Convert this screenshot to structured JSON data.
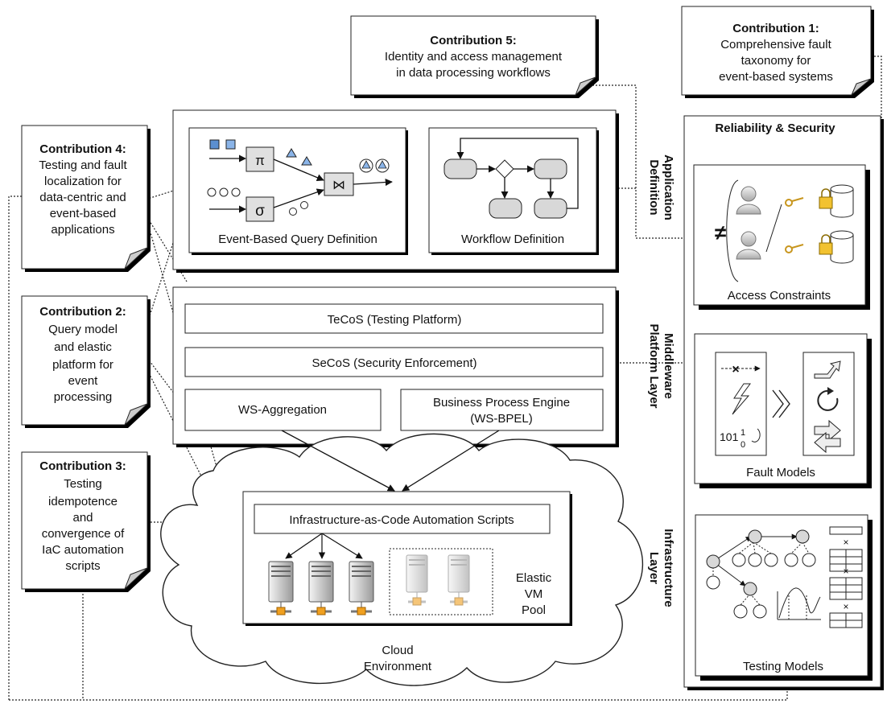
{
  "contributions": {
    "c1": {
      "title": "Contribution 1:",
      "lines": [
        "Comprehensive fault",
        "taxonomy for",
        "event-based systems"
      ]
    },
    "c2": {
      "title": "Contribution 2:",
      "lines": [
        "Query model",
        "and elastic",
        "platform for",
        "event",
        "processing"
      ]
    },
    "c3": {
      "title": "Contribution 3:",
      "lines": [
        "Testing",
        "idempotence",
        "and",
        "convergence of",
        "IaC automation",
        "scripts"
      ]
    },
    "c4": {
      "title": "Contribution 4:",
      "lines": [
        "Testing and fault",
        "localization for",
        "data-centric and",
        "event-based",
        "applications"
      ]
    },
    "c5": {
      "title": "Contribution 5:",
      "lines": [
        "Identity and access management",
        "in data processing workflows"
      ]
    }
  },
  "application": {
    "query_label": "Event-Based Query Definition",
    "workflow_label": "Workflow Definition",
    "pi_symbol": "π",
    "sigma_symbol": "σ",
    "join_symbol": "⋈"
  },
  "middleware": {
    "tecos": "TeCoS (Testing Platform)",
    "secos": "SeCoS (Security Enforcement)",
    "ws_aggregation": "WS-Aggregation",
    "bpe_line1": "Business Process Engine",
    "bpe_line2": "(WS-BPEL)"
  },
  "infrastructure": {
    "iac_scripts": "Infrastructure-as-Code Automation Scripts",
    "elastic_pool": [
      "Elastic",
      "VM",
      "Pool"
    ],
    "cloud": [
      "Cloud",
      "Environment"
    ]
  },
  "layers": {
    "application": [
      "Application",
      "Definition"
    ],
    "middleware": [
      "Middleware",
      "Platform Layer"
    ],
    "infrastructure": [
      "Infrastructure",
      "Layer"
    ]
  },
  "reliability": {
    "title": "Reliability & Security",
    "access_constraints": "Access Constraints",
    "neq_symbol": "≠",
    "fault_models": "Fault Models",
    "bits_text": "101",
    "bits_sup": "1",
    "bits_sub": "0",
    "testing_models": "Testing Models"
  }
}
